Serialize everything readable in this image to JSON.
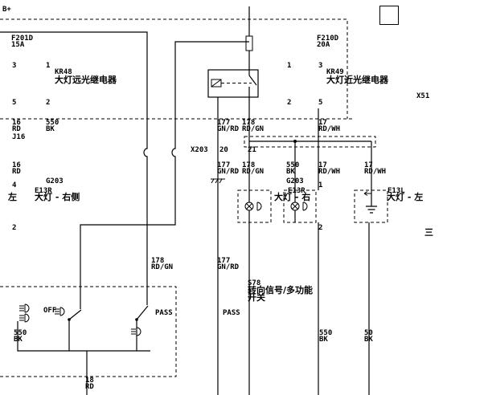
{
  "supply": "B+",
  "fuses": {
    "f201d": {
      "id": "F201D",
      "rating": "15A"
    },
    "f210d": {
      "id": "F210D",
      "rating": "20A"
    }
  },
  "relays": {
    "kr48": {
      "id": "KR48",
      "name": "大灯远光继电器",
      "pin_3": "3",
      "pin_1": "1",
      "pin_5": "5",
      "pin_2": "2"
    },
    "kr49": {
      "id": "KR49",
      "name": "大灯近光继电器",
      "pin_1": "1",
      "pin_3": "3",
      "pin_2": "2",
      "pin_5": "5"
    }
  },
  "connectors": {
    "j16": "J16",
    "x51": "X51",
    "x203": {
      "id": "X203",
      "pin_20": "20",
      "pin_21": "21"
    }
  },
  "grounds": {
    "left": "G203",
    "right": "G203"
  },
  "lamps": {
    "left_unit": {
      "side": "左",
      "id": "E13R",
      "name": "大灯 - 右侧",
      "pin_4": "4",
      "pin_2": "2"
    },
    "e13r": {
      "id": "E13R",
      "name": "大灯 - 右",
      "pin_1": "1",
      "pin_2": "2"
    },
    "e13l": {
      "id": "E13L",
      "name": "大灯 - 左"
    }
  },
  "switch_s78": {
    "id": "S78",
    "name_line1": "转向信号/多功能",
    "name_line2": "开关",
    "pos_off": "OFF",
    "pos_pass": "PASS",
    "pos_pass_right": "PASS"
  },
  "edge_fragment": "三",
  "wires": [
    {
      "num": "16",
      "color": "RD"
    },
    {
      "num": "550",
      "color": "BK"
    },
    {
      "num": "16",
      "color": "RD"
    },
    {
      "num": "177",
      "color": "GN/RD"
    },
    {
      "num": "178",
      "color": "RD/GN"
    },
    {
      "num": "17",
      "color": "RD/WH"
    },
    {
      "num": "177",
      "color": "GN/RD"
    },
    {
      "num": "178",
      "color": "RD/GN"
    },
    {
      "num": "550",
      "color": "BK"
    },
    {
      "num": "17",
      "color": "RD/WH"
    },
    {
      "num": "17",
      "color": "RD/WH"
    },
    {
      "num": "178",
      "color": "RD/GN"
    },
    {
      "num": "177",
      "color": "GN/RD"
    },
    {
      "num": "550",
      "color": "BK"
    },
    {
      "num": "550",
      "color": "BK"
    },
    {
      "num": "50",
      "color": "BK"
    },
    {
      "num": "18",
      "color": "RD"
    }
  ]
}
